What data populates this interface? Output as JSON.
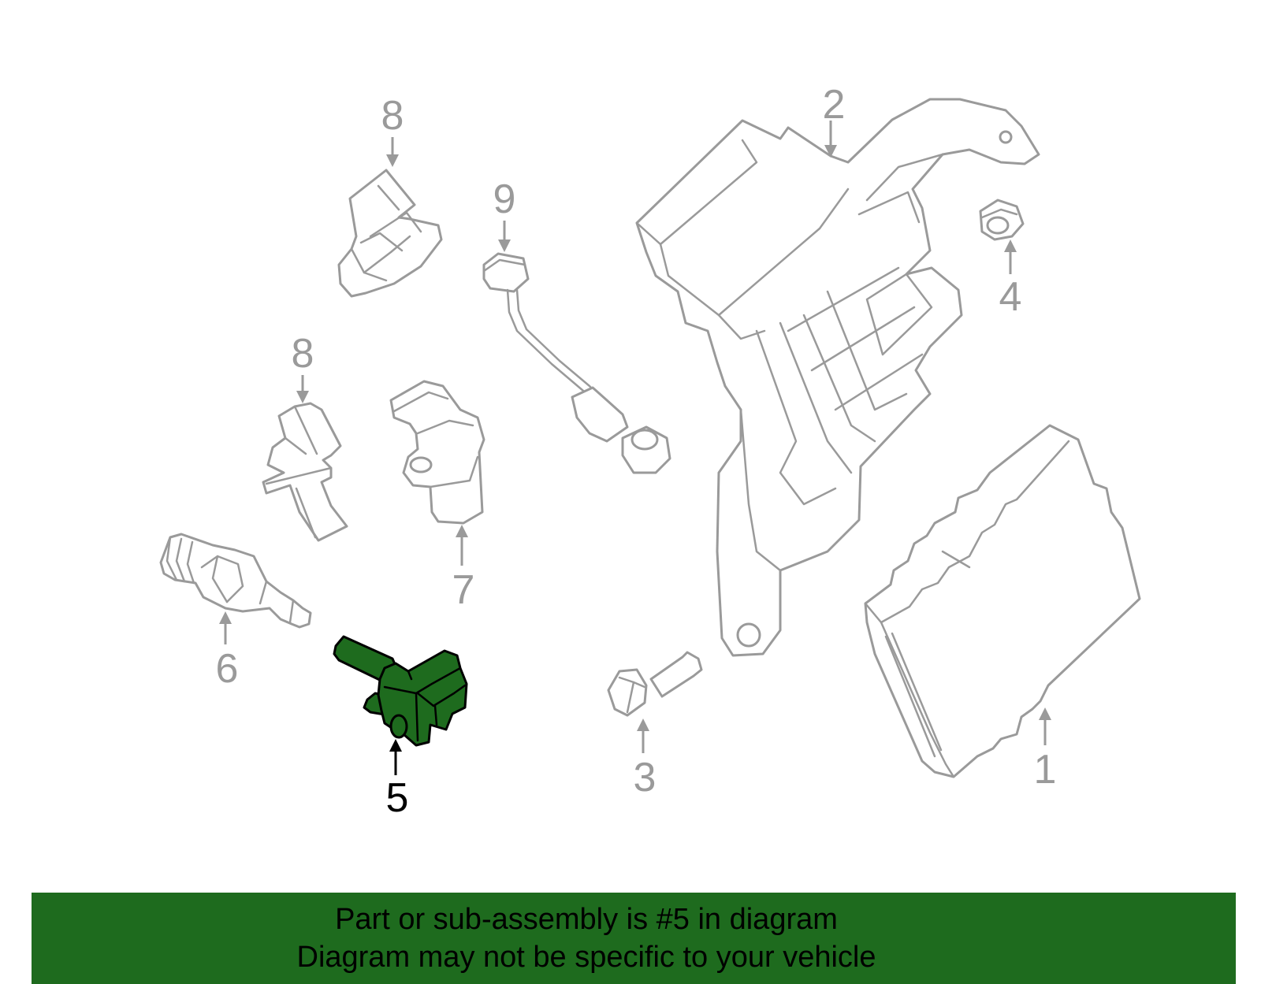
{
  "callouts": {
    "c1": "1",
    "c2": "2",
    "c3": "3",
    "c4": "4",
    "c5": "5",
    "c6": "6",
    "c7": "7",
    "c8_top": "8",
    "c8_mid": "8",
    "c9": "9"
  },
  "highlighted_part": "5",
  "colors": {
    "highlight": "#1e6b1e",
    "part_stroke": "#9a9a9a",
    "banner_background": "#1e6b1e"
  },
  "banner": {
    "line1": "Part or sub-assembly is #5 in diagram",
    "line2": "Diagram may not be specific to your vehicle"
  }
}
